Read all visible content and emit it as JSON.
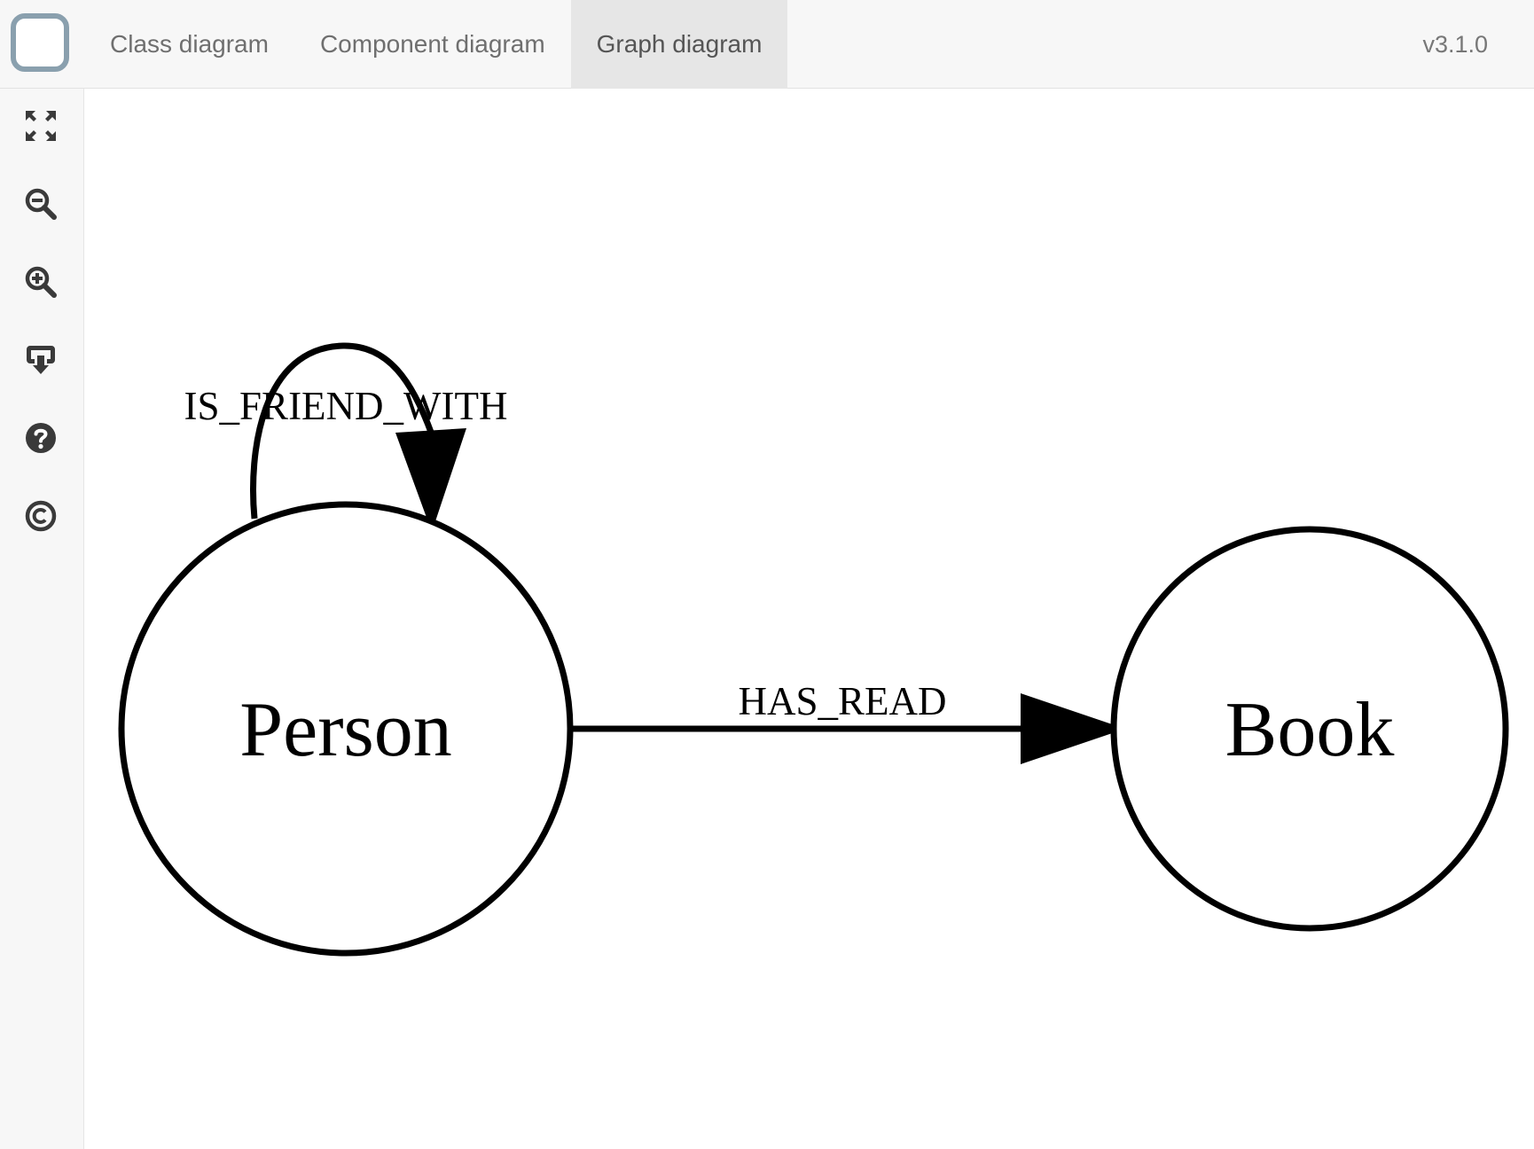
{
  "header": {
    "tabs": [
      {
        "label": "Class diagram",
        "active": false
      },
      {
        "label": "Component diagram",
        "active": false
      },
      {
        "label": "Graph diagram",
        "active": true
      }
    ],
    "version": "v3.1.0"
  },
  "sidebar": {
    "tools": [
      {
        "icon": "fit-screen-icon"
      },
      {
        "icon": "zoom-out-icon"
      },
      {
        "icon": "zoom-in-icon"
      },
      {
        "icon": "download-icon"
      },
      {
        "icon": "help-icon"
      },
      {
        "icon": "copyright-icon"
      }
    ]
  },
  "diagram": {
    "nodes": [
      {
        "id": "person",
        "label": "Person"
      },
      {
        "id": "book",
        "label": "Book"
      }
    ],
    "edges": [
      {
        "from": "person",
        "to": "person",
        "label": "IS_FRIEND_WITH"
      },
      {
        "from": "person",
        "to": "book",
        "label": "HAS_READ"
      }
    ]
  }
}
